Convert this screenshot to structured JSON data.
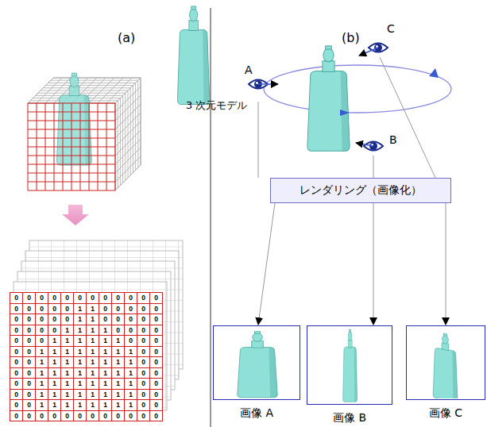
{
  "diagram": {
    "nodes": [
      {
        "text": [
          "レンダリング（画像化）"
        ]
      },
      {
        "text": [
          "画像 A"
        ]
      },
      {
        "text": [
          "画像 B"
        ]
      },
      {
        "text": [
          "画像 C"
        ]
      }
    ],
    "edges": [
      {
        "from": 0,
        "to": 1,
        "arrow": "to"
      },
      {
        "from": 0,
        "to": 2,
        "arrow": "to"
      },
      {
        "from": 0,
        "to": 3,
        "arrow": "to"
      }
    ],
    "labels": [
      "(a)",
      "(b)",
      "3 次元モデル",
      "A",
      "B",
      "C",
      "0",
      "0",
      "0",
      "0",
      "0",
      "0",
      "0",
      "0",
      "0",
      "0",
      "0",
      "0",
      "0",
      "0",
      "0",
      "0",
      "0",
      "1",
      "1",
      "0",
      "0",
      "0",
      "0",
      "0",
      "0",
      "0",
      "0",
      "0",
      "0",
      "1",
      "1",
      "0",
      "0",
      "0",
      "0",
      "0",
      "0",
      "0",
      "0",
      "0",
      "1",
      "1",
      "1",
      "1",
      "0",
      "0",
      "0",
      "0",
      "0",
      "0",
      "0",
      "1",
      "1",
      "1",
      "1",
      "1",
      "1",
      "0",
      "0",
      "0",
      "0",
      "0",
      "1",
      "1",
      "1",
      "1",
      "1",
      "1",
      "1",
      "1",
      "0",
      "0",
      "0",
      "0",
      "1",
      "1",
      "1",
      "1",
      "1",
      "1",
      "1",
      "1",
      "0",
      "0",
      "0",
      "0",
      "1",
      "1",
      "1",
      "1",
      "1",
      "1",
      "1",
      "1",
      "0",
      "0",
      "0",
      "0",
      "1",
      "1",
      "1",
      "1",
      "1",
      "1",
      "1",
      "1",
      "0",
      "0",
      "0",
      "0",
      "1",
      "1",
      "1",
      "1",
      "1",
      "1",
      "1",
      "1",
      "0",
      "0",
      "0",
      "0",
      "1",
      "1",
      "1",
      "1",
      "1",
      "1",
      "1",
      "1",
      "0",
      "0",
      "0",
      "0",
      "0",
      "0",
      "0",
      "0",
      "0",
      "0",
      "0",
      "0",
      "0",
      "0"
    ]
  }
}
